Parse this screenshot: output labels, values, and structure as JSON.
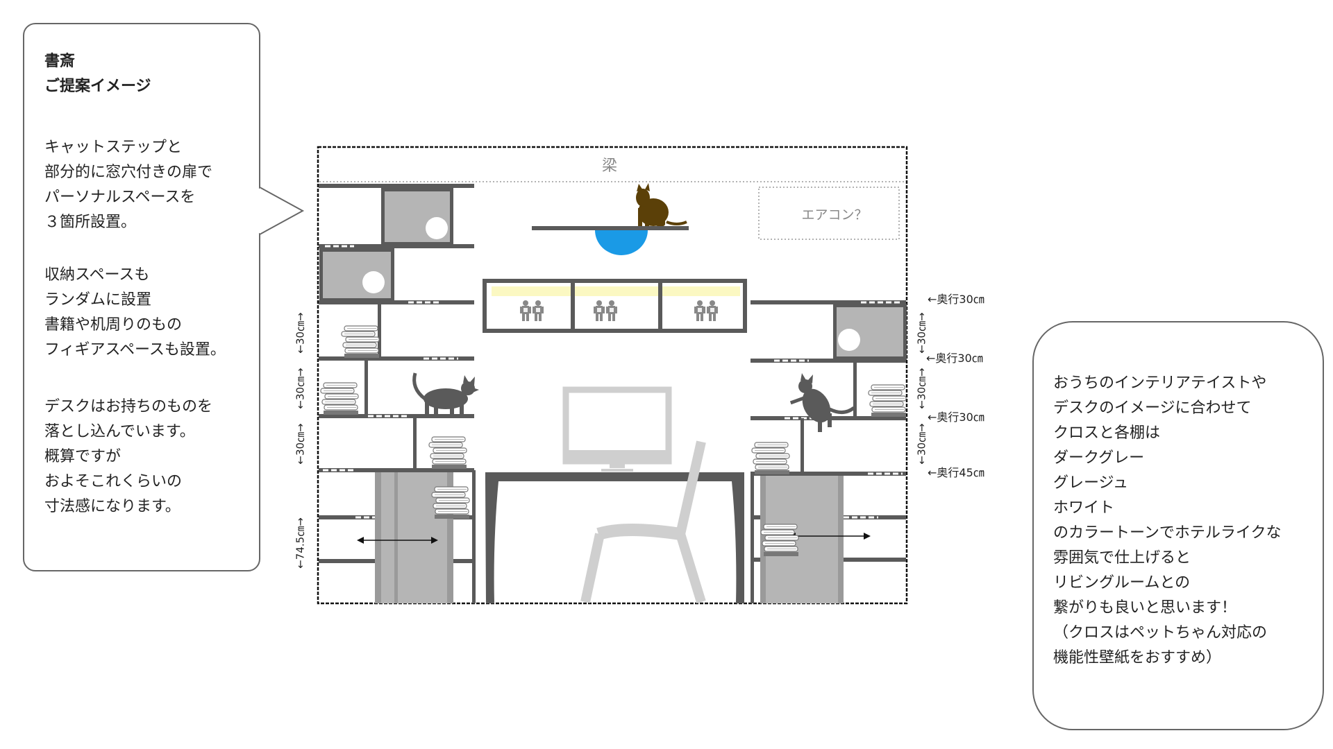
{
  "left_panel": {
    "title_lines": [
      "書斎",
      "ご提案イメージ"
    ],
    "para1": [
      "キャットステップと",
      "部分的に窓穴付きの扉で",
      "パーソナルスペースを",
      "３箇所設置。"
    ],
    "para2": [
      "収納スペースも",
      "ランダムに設置",
      "書籍や机周りのもの",
      "フィギアスペースも設置。"
    ],
    "para3": [
      "デスクはお持ちのものを",
      "落とし込んでいます。",
      "概算ですが",
      "およそこれくらいの",
      "寸法感になります。"
    ]
  },
  "right_panel": {
    "lines": [
      "おうちのインテリアテイストや",
      "デスクのイメージに合わせて",
      "クロスと各棚は",
      "ダークグレー",
      "グレージュ",
      "ホワイト",
      "のカラートーンでホテルライクな",
      "雰囲気で仕上げると",
      "リビングルームとの",
      "繋がりも良いと思います！",
      "（クロスはペットちゃん対応の",
      "機能性壁紙をおすすめ）"
    ]
  },
  "diagram": {
    "beam_label": "梁",
    "aircon_label": "エアコン？",
    "left_dims": [
      "←30㎝→",
      "←30㎝→",
      "←30㎝→",
      "←74.5㎝→"
    ],
    "right_dims": [
      "←30㎝→",
      "←30㎝→",
      "←30㎝→"
    ],
    "depth_labels": [
      "←奥行30㎝",
      "←奥行30㎝",
      "←奥行30㎝",
      "←奥行45㎝"
    ],
    "colors": {
      "dark_gray": "#5a5a5a",
      "panel_gray": "#b5b5b5",
      "light_gray": "#cfcfcf",
      "cat": "#5b4008",
      "bowl": "#1a9ae6",
      "led": "#fbf8c2"
    }
  }
}
